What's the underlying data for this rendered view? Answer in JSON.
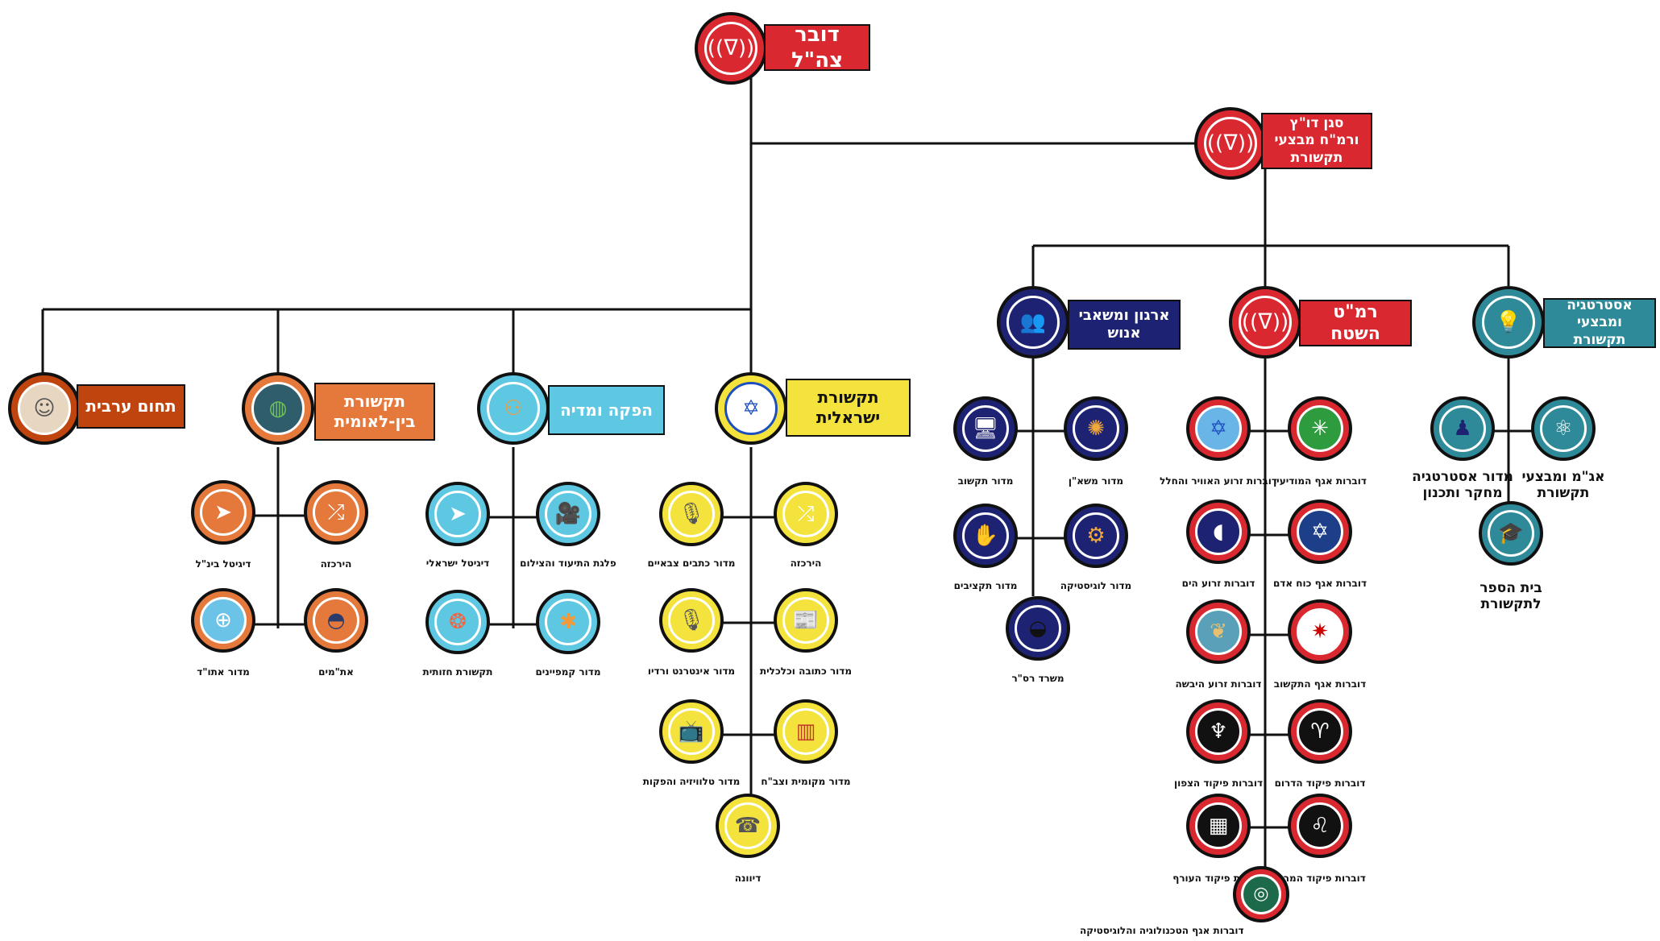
{
  "colors": {
    "red": "#d9282f",
    "orange": "#e5793b",
    "brown": "#c0440e",
    "cyan": "#5ec8e2",
    "yellow": "#f4e33c",
    "navy": "#1d2372",
    "teal": "#2e8a98"
  },
  "root": {
    "label": "דובר צה\"ל",
    "icon": "radio-wave-icon"
  },
  "deputy": {
    "label": "סגן דו\"ץ ורמ\"ח מבצעי תקשורת",
    "icon": "radio-wave-icon"
  },
  "left_branches": [
    {
      "key": "arabic",
      "label": "תחום ערבית",
      "icon": "arab-man-icon"
    },
    {
      "key": "intl",
      "label": "תקשורת בין-לאומית",
      "icon": "globe-icon"
    },
    {
      "key": "media",
      "label": "הפקה ומדיה",
      "icon": "network-people-icon"
    },
    {
      "key": "israeli",
      "label": "תקשורת ישראלית",
      "icon": "israel-flag-icon"
    }
  ],
  "right_branches": [
    {
      "key": "org",
      "label": "ארגון ומשאבי אנוש",
      "icon": "people-icon"
    },
    {
      "key": "field",
      "label": "רמ\"ט השטח",
      "icon": "radio-wave-icon"
    },
    {
      "key": "strategy",
      "label": "אסטרטגיה ומבצעי תקשורת",
      "icon": "bulb-head-icon"
    }
  ],
  "intl_units": [
    {
      "label": "הירכזה",
      "icon": "shuffle-icon"
    },
    {
      "label": "דיגיטל בינ\"ל",
      "icon": "cursor-icon"
    },
    {
      "label": "את\"מים",
      "icon": "globe-hat-icon"
    },
    {
      "label": "מדור אתו\"ד",
      "icon": "web-globe-icon"
    }
  ],
  "media_units": [
    {
      "label": "פלגת התיעוד והצילום",
      "icon": "video-camera-icon"
    },
    {
      "label": "דיגיטל ישראלי",
      "icon": "cursor-icon"
    },
    {
      "label": "מדור קמפיינים",
      "icon": "puzzle-icon"
    },
    {
      "label": "תקשורת חזותית",
      "icon": "color-circles-icon"
    }
  ],
  "israeli_units": [
    {
      "label": "הירכזה",
      "icon": "shuffle-icon"
    },
    {
      "label": "מדור כתבים צבאיים",
      "icon": "microphone-icon"
    },
    {
      "label": "מדור כתובה וכלכלית",
      "icon": "newspaper-icon"
    },
    {
      "label": "מדור אינטרנט ורדיו",
      "icon": "microphone-icon"
    },
    {
      "label": "מדור מקומית וצב\"ח",
      "icon": "building-icon"
    },
    {
      "label": "מדור טלוויזיה והפקות",
      "icon": "tv-icon"
    },
    {
      "label": "דיוונה",
      "icon": "phone-icon"
    }
  ],
  "org_units": [
    {
      "label": "מדור משא\"ן",
      "icon": "people-network-icon"
    },
    {
      "label": "מדור תקשוב",
      "icon": "computer-icon"
    },
    {
      "label": "מדור לוגיסטיקה",
      "icon": "gears-icon"
    },
    {
      "label": "מדור תקציבים",
      "icon": "money-hand-icon"
    },
    {
      "label": "משרד רס\"ר",
      "icon": "beret-icon"
    }
  ],
  "field_units": [
    {
      "label": "דוברות אגף המודיעין",
      "icon": "intel-emblem-icon"
    },
    {
      "label": "דוברות זרוע האוויר והחלל",
      "icon": "airforce-flag-icon"
    },
    {
      "label": "דוברות אגף כוח אדם",
      "icon": "manpower-emblem-icon"
    },
    {
      "label": "דוברות זרוע הים",
      "icon": "navy-emblem-icon"
    },
    {
      "label": "דוברות אגף התקשוב",
      "icon": "cyber-emblem-icon"
    },
    {
      "label": "דוברות זרוע היבשה",
      "icon": "ground-emblem-icon"
    },
    {
      "label": "דוברות פיקוד הדרום",
      "icon": "ibex-icon"
    },
    {
      "label": "דוברות פיקוד הצפון",
      "icon": "deer-icon"
    },
    {
      "label": "דוברות פיקוד המרכז",
      "icon": "lion-icon"
    },
    {
      "label": "דוברות פיקוד העורף",
      "icon": "home-front-icon"
    },
    {
      "label": "דוברות אגף הטכנולוגיה והלוגיסטיקה",
      "icon": "tech-emblem-icon"
    }
  ],
  "strategy_units": [
    {
      "label": "אג\"מ ומבצעי תקשורת",
      "icon": "atom-icon"
    },
    {
      "label": "מדור אסטרטגיה מחקר ותכנון",
      "icon": "chess-icon"
    },
    {
      "label": "בית הספר לתקשורת",
      "icon": "graduation-cap-icon"
    }
  ]
}
